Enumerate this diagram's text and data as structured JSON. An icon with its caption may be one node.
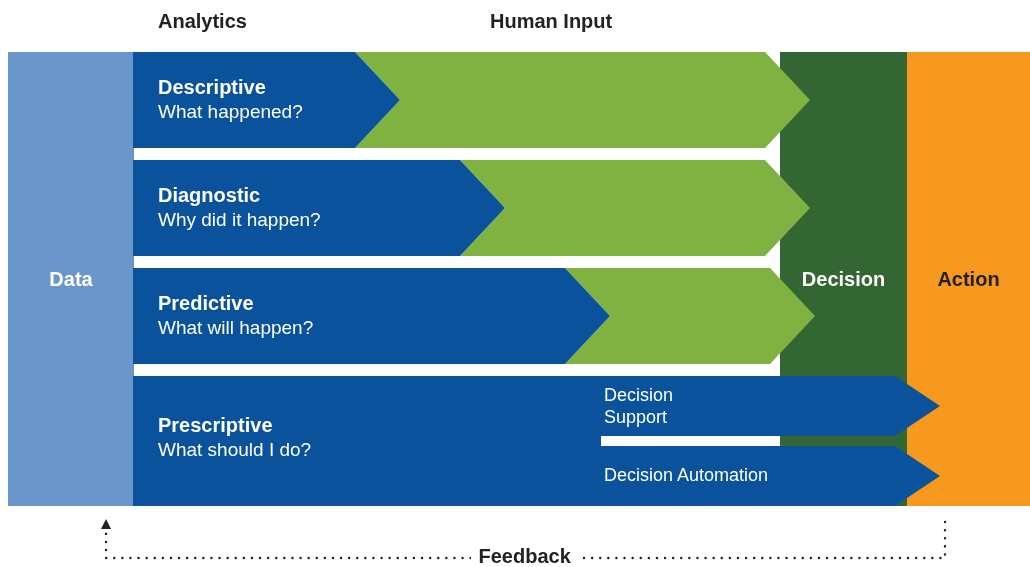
{
  "diagram": {
    "nodes": [
      {
        "text": [
          "Data"
        ]
      },
      {
        "text": [
          "Descriptive",
          "What happened?"
        ]
      },
      {
        "text": [],
        "shape": "chevron"
      },
      {
        "text": [
          "Diagnostic",
          "Why did it happen?"
        ]
      },
      {
        "text": [],
        "shape": "chevron"
      },
      {
        "text": [
          "Predictive",
          "What will happen?"
        ]
      },
      {
        "text": [],
        "shape": "chevron"
      },
      {
        "text": [
          "Prescriptive",
          "What should I do?"
        ]
      },
      {
        "text": [
          "Decision Support"
        ]
      },
      {
        "text": [
          "Decision Automation"
        ]
      },
      {
        "text": [
          "Decision"
        ]
      },
      {
        "text": [
          "Action"
        ]
      }
    ],
    "edges": [
      {
        "from": 11,
        "to": 0,
        "arrow": "to",
        "label": "Feedback",
        "style": "dashed"
      }
    ],
    "labels": [
      "Analytics",
      "Human Input"
    ]
  }
}
